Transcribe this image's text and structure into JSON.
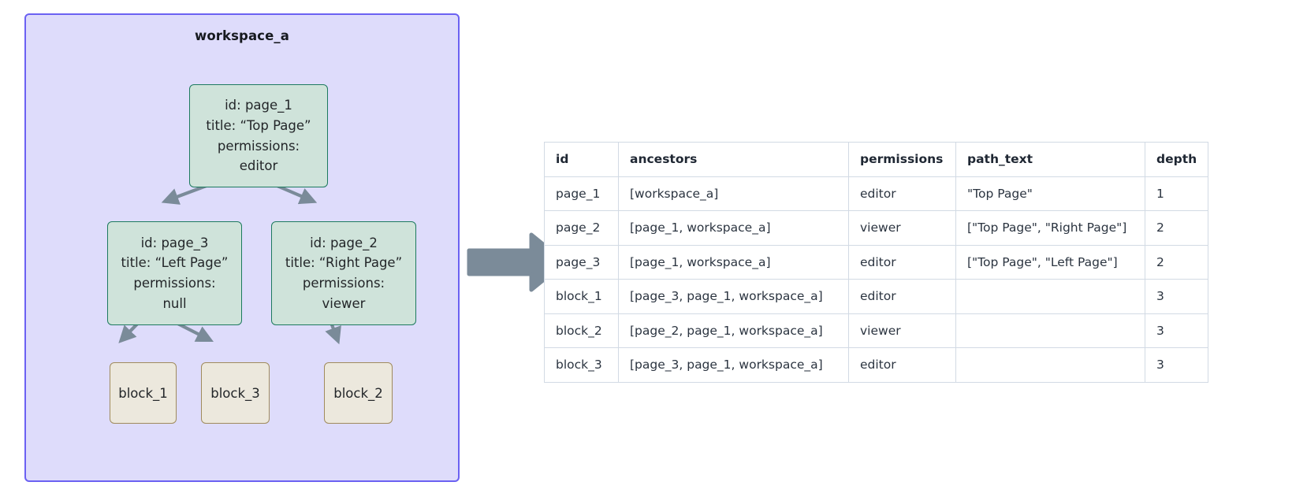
{
  "diagram": {
    "container_label": "workspace_a",
    "container_color": "#6b61f2",
    "container_fill": "#dedcfb",
    "page_node_fill": "#cfe3da",
    "page_node_border": "#1d7a5f",
    "block_node_fill": "#ece8dd",
    "block_node_border": "#a08b5d",
    "edge_color": "#7a8b99",
    "nodes": {
      "page_1": {
        "id": "id: page_1",
        "title": "title: “Top Page”",
        "permissions_label": "permissions:",
        "permissions_value": "editor"
      },
      "page_3": {
        "id": "id: page_3",
        "title": "title: “Left Page”",
        "permissions_label": "permissions:",
        "permissions_value": "null"
      },
      "page_2": {
        "id": "id: page_2",
        "title": "title: “Right Page”",
        "permissions_label": "permissions:",
        "permissions_value": "viewer"
      },
      "block_1": {
        "label": "block_1"
      },
      "block_3": {
        "label": "block_3"
      },
      "block_2": {
        "label": "block_2"
      }
    },
    "edges": [
      {
        "from": "page_1",
        "to": "page_3"
      },
      {
        "from": "page_1",
        "to": "page_2"
      },
      {
        "from": "page_3",
        "to": "block_1"
      },
      {
        "from": "page_3",
        "to": "block_3"
      },
      {
        "from": "page_2",
        "to": "block_2"
      }
    ],
    "transition_arrow_color": "#7b8b99"
  },
  "table": {
    "columns": [
      "id",
      "ancestors",
      "permissions",
      "path_text",
      "depth"
    ],
    "rows": [
      {
        "id": "page_1",
        "ancestors": "[workspace_a]",
        "permissions": "editor",
        "path_text": "\"Top Page\"",
        "depth": "1"
      },
      {
        "id": "page_2",
        "ancestors": "[page_1, workspace_a]",
        "permissions": "viewer",
        "path_text": "[\"Top Page\", \"Right Page\"]",
        "depth": "2"
      },
      {
        "id": "page_3",
        "ancestors": "[page_1, workspace_a]",
        "permissions": "editor",
        "path_text": "[\"Top Page\", \"Left Page\"]",
        "depth": "2"
      },
      {
        "id": "block_1",
        "ancestors": "[page_3, page_1, workspace_a]",
        "permissions": "editor",
        "path_text": "",
        "depth": "3"
      },
      {
        "id": "block_2",
        "ancestors": "[page_2, page_1, workspace_a]",
        "permissions": "viewer",
        "path_text": "",
        "depth": "3"
      },
      {
        "id": "block_3",
        "ancestors": "[page_3, page_1, workspace_a]",
        "permissions": "editor",
        "path_text": "",
        "depth": "3"
      }
    ],
    "border_color": "#d2dae4"
  }
}
